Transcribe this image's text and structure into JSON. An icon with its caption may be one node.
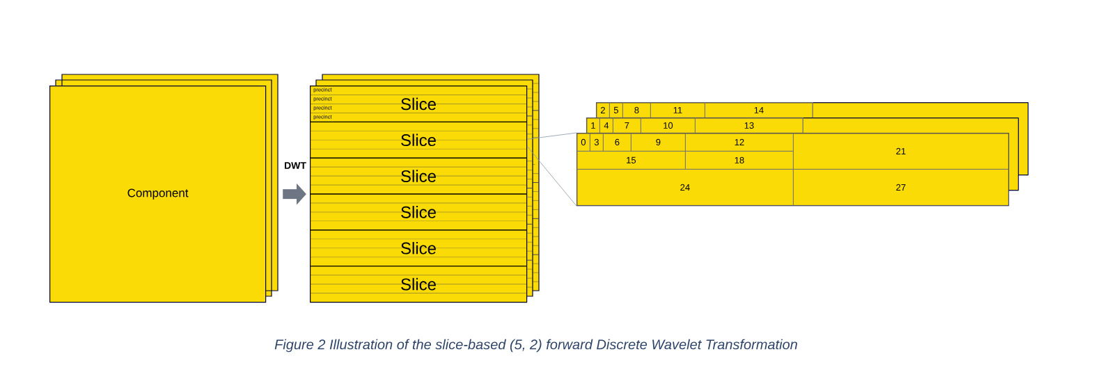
{
  "diagram": {
    "caption": "Figure 2 Illustration of the slice-based (5, 2) forward Discrete Wavelet Transformation",
    "nodes": [
      {
        "text": [
          "Component"
        ]
      },
      {
        "text": [],
        "shape": "box"
      },
      {
        "text": [
          "Slice"
        ],
        "in": 1
      },
      {
        "text": [
          "Slice"
        ],
        "in": 1
      },
      {
        "text": [
          "Slice"
        ],
        "in": 1
      },
      {
        "text": [
          "Slice"
        ],
        "in": 1
      },
      {
        "text": [
          "Slice"
        ],
        "in": 1
      },
      {
        "text": [
          "Slice"
        ],
        "in": 1
      },
      {
        "text": [
          "precinct"
        ],
        "in": 2
      },
      {
        "text": [
          "precinct"
        ],
        "in": 2
      },
      {
        "text": [
          "precinct"
        ],
        "in": 2
      },
      {
        "text": [
          "precinct"
        ],
        "in": 2
      },
      {
        "text": [],
        "shape": "box"
      },
      {
        "text": [
          "2"
        ],
        "in": 12
      },
      {
        "text": [
          "5"
        ],
        "in": 12
      },
      {
        "text": [
          "8"
        ],
        "in": 12
      },
      {
        "text": [
          "11"
        ],
        "in": 12
      },
      {
        "text": [
          "14"
        ],
        "in": 12
      },
      {
        "text": [],
        "shape": "box"
      },
      {
        "text": [
          "1"
        ],
        "in": 18
      },
      {
        "text": [
          "4"
        ]
      },
      {
        "text": [
          "7"
        ]
      },
      {
        "text": [
          "10"
        ]
      },
      {
        "text": [
          "13"
        ]
      },
      {
        "text": [],
        "shape": "box"
      },
      {
        "text": [
          "0"
        ],
        "in": 24
      },
      {
        "text": [
          "3"
        ]
      },
      {
        "text": [
          "6"
        ]
      },
      {
        "text": [
          "9"
        ]
      },
      {
        "text": [
          "12"
        ]
      },
      {
        "text": [
          "21"
        ]
      },
      {
        "text": [
          "15"
        ],
        "in": 24
      },
      {
        "text": [
          "18"
        ]
      },
      {
        "text": [
          "24"
        ],
        "in": 24
      },
      {
        "text": [
          "27"
        ],
        "in": 24
      }
    ],
    "edges": [
      {
        "from": 0,
        "to": 1,
        "arrow": "to",
        "label": "DWT",
        "style": "thick",
        "color": "#6e7685"
      },
      {
        "from": 3,
        "to": 24,
        "arrow": "none"
      },
      {
        "from": 3,
        "to": 24,
        "arrow": "none"
      }
    ]
  }
}
